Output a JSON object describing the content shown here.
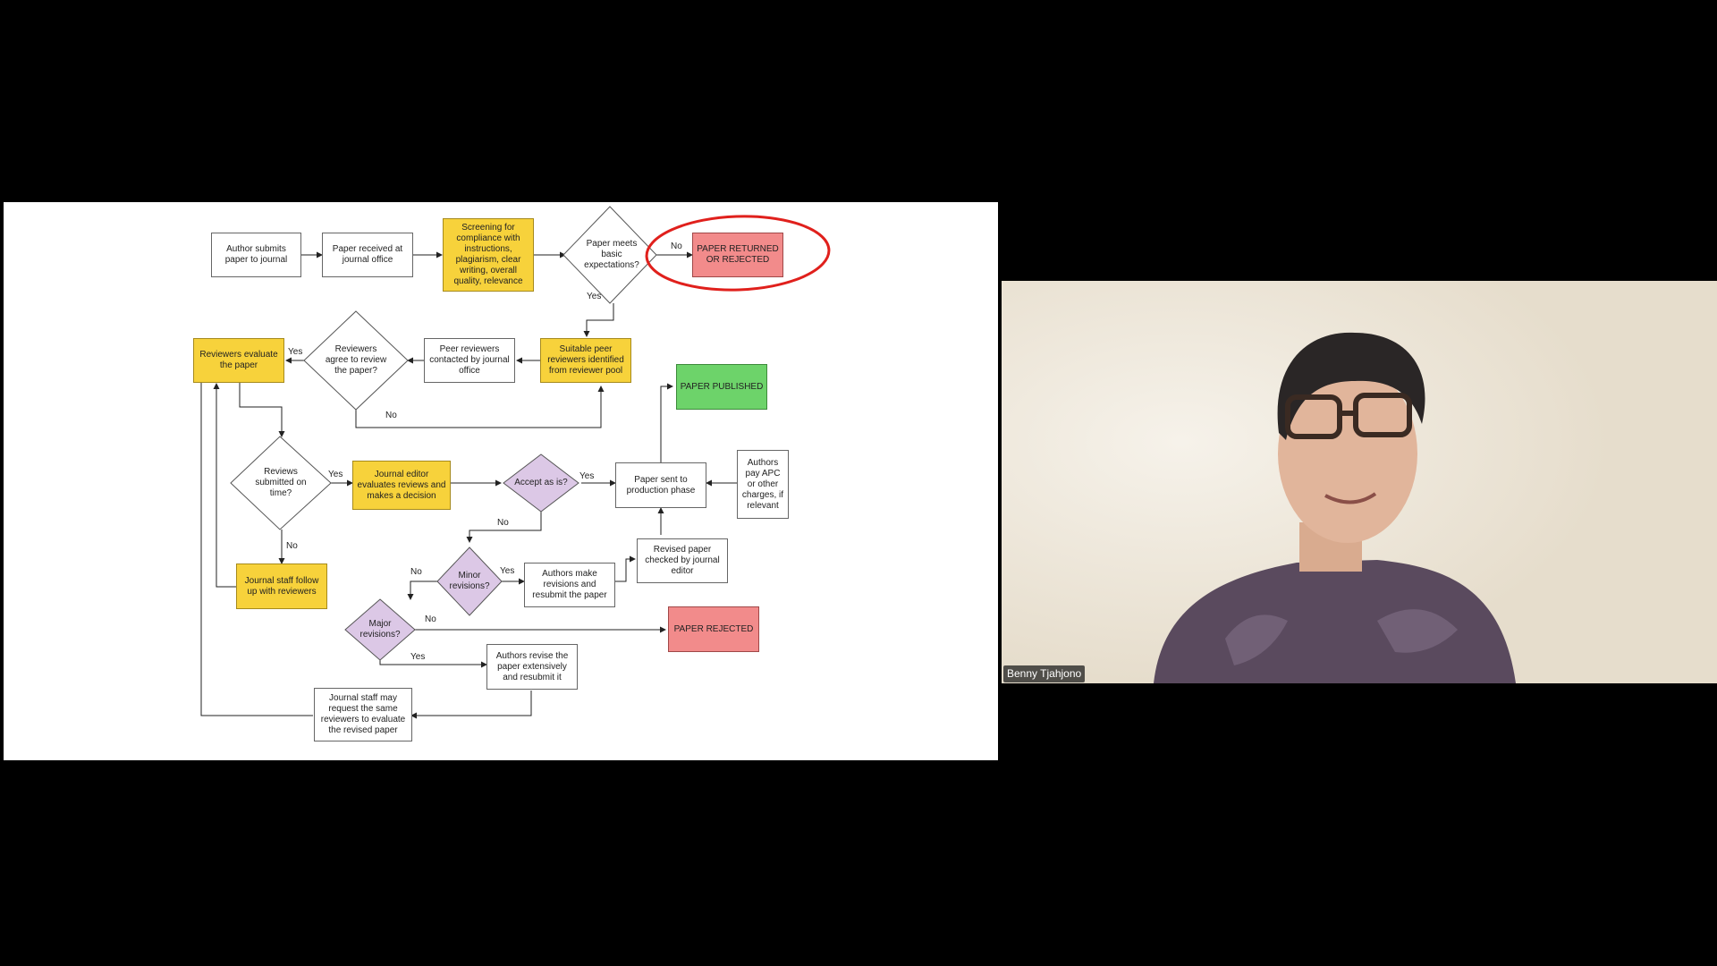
{
  "flowchart": {
    "nodes": {
      "author_submits": "Author submits paper to journal",
      "paper_received": "Paper received at journal office",
      "screening": "Screening for compliance with instructions, plagiarism, clear writing, overall quality, relevance",
      "meets_expectations": "Paper meets basic expectations?",
      "returned_rejected": "PAPER RETURNED OR REJECTED",
      "reviewers_evaluate": "Reviewers evaluate the paper",
      "reviewers_agree": "Reviewers agree to review the paper?",
      "peer_contacted": "Peer reviewers contacted by journal office",
      "suitable_reviewers": "Suitable peer reviewers identified from reviewer pool",
      "published": "PAPER PUBLISHED",
      "reviews_on_time": "Reviews submitted on time?",
      "editor_evaluates": "Journal editor evaluates reviews and makes a decision",
      "accept_as_is": "Accept as is?",
      "production": "Paper sent to production phase",
      "authors_pay": "Authors pay APC or other charges, if relevant",
      "staff_follow_up": "Journal staff follow up with reviewers",
      "revised_checked": "Revised paper checked by journal editor",
      "minor_revisions": "Minor revisions?",
      "authors_resubmit": "Authors make revisions and resubmit the paper",
      "major_revisions": "Major revisions?",
      "paper_rejected": "PAPER REJECTED",
      "authors_revise_ext": "Authors revise the paper extensively and resubmit it",
      "staff_request_same": "Journal staff may request the same reviewers to evaluate the revised paper"
    },
    "labels": {
      "no_expectations": "No",
      "yes_expectations": "Yes",
      "yes_agree": "Yes",
      "no_agree": "No",
      "yes_on_time": "Yes",
      "no_on_time": "No",
      "yes_accept": "Yes",
      "no_accept": "No",
      "yes_minor": "Yes",
      "no_minor": "No",
      "no_major": "No",
      "yes_major": "Yes"
    },
    "colors": {
      "yellow": "#f7d23b",
      "red": "#f28b8b",
      "green": "#6dd36a",
      "diamond_purple": "#dcc8e6",
      "highlight_circle": "#e0201c"
    }
  },
  "video": {
    "participant_name": "Benny Tjahjono"
  }
}
